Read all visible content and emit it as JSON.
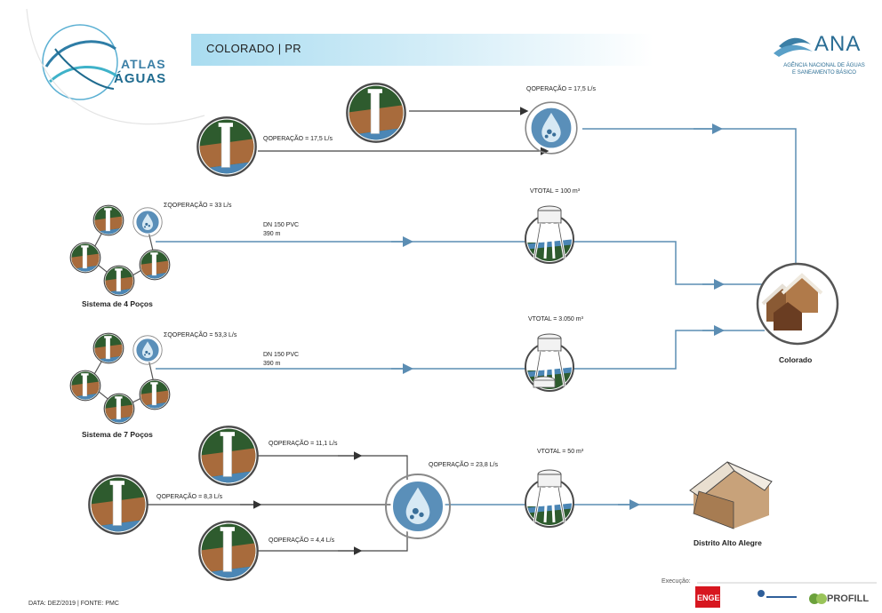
{
  "header": {
    "title": "COLORADO | PR",
    "atlas_word1": "ATLAS",
    "atlas_word2": "ÁGUAS",
    "ana_name": "ANA",
    "ana_sub1": "AGÊNCIA NACIONAL DE ÁGUAS",
    "ana_sub2": "E SANEAMENTO BÁSICO"
  },
  "labels": {
    "q_top_left": "QOPERAÇÃO = 17,5 L/s",
    "q_top_treat": "QOPERAÇÃO = 17,5 L/s",
    "sigma_4": "ΣQOPERAÇÃO = 33 L/s",
    "pipe_4_a": "DN 150 PVC",
    "pipe_4_b": "390 m",
    "v_tank_1": "VTOTAL = 100 m³",
    "system_4": "Sistema de 4 Poços",
    "sigma_7": "ΣQOPERAÇÃO = 53,3 L/s",
    "pipe_7_a": "DN 150 PVC",
    "pipe_7_b": "390 m",
    "v_tank_2": "VTOTAL = 3.050 m³",
    "system_7": "Sistema de 7 Poços",
    "city": "Colorado",
    "q_b1": "QOPERAÇÃO = 11,1 L/s",
    "q_b2": "QOPERAÇÃO = 8,3 L/s",
    "q_b3": "QOPERAÇÃO = 4,4 L/s",
    "q_b_treat": "QOPERAÇÃO = 23,8 L/s",
    "v_tank_3": "VTOTAL = 50 m³",
    "district": "Distrito Alto Alegre"
  },
  "footer": {
    "date_source": "DATA: DEZ/2019 | FONTE: PMC",
    "exec_label": "Execução:",
    "engecorps": "ENGECORPS",
    "profill": "PROFILL"
  },
  "colors": {
    "pipe": "#5b8db3",
    "raw": "#444444",
    "ground": "#2e5b2e",
    "soil": "#a86b3c",
    "water": "#4b86b5"
  }
}
